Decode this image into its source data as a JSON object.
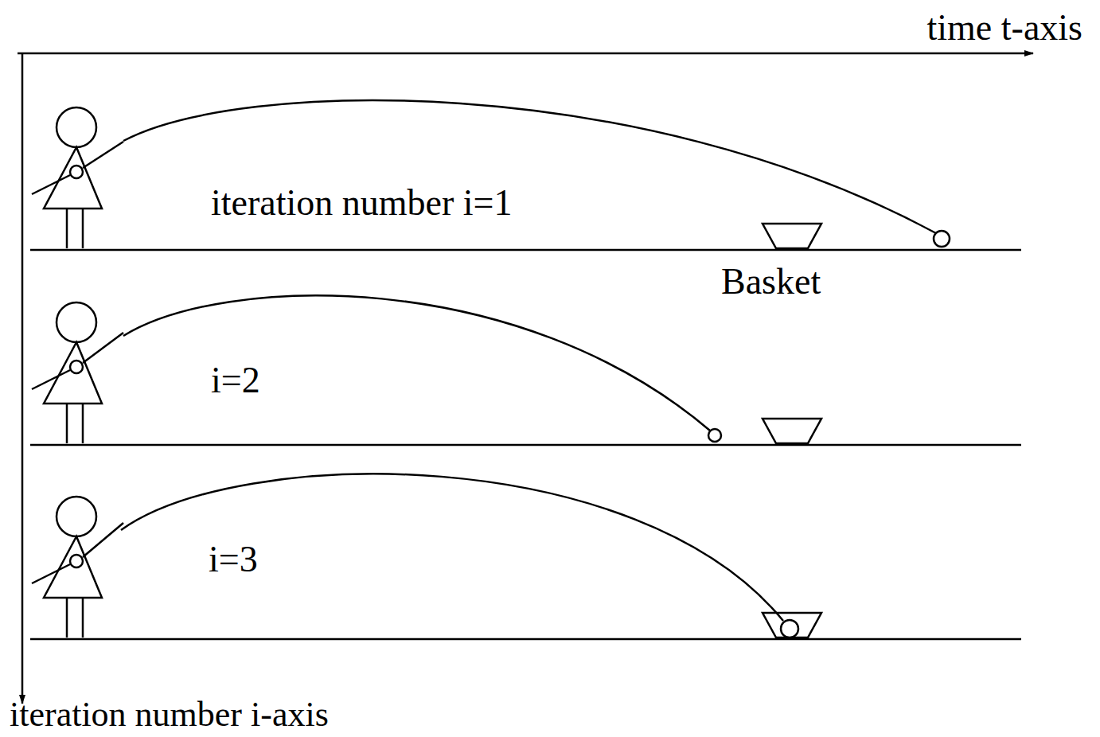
{
  "diagram": {
    "labels": [
      "time t-axis",
      "iteration number i=1",
      "Basket",
      "i=2",
      "i=3",
      "iteration number i-axis"
    ]
  }
}
